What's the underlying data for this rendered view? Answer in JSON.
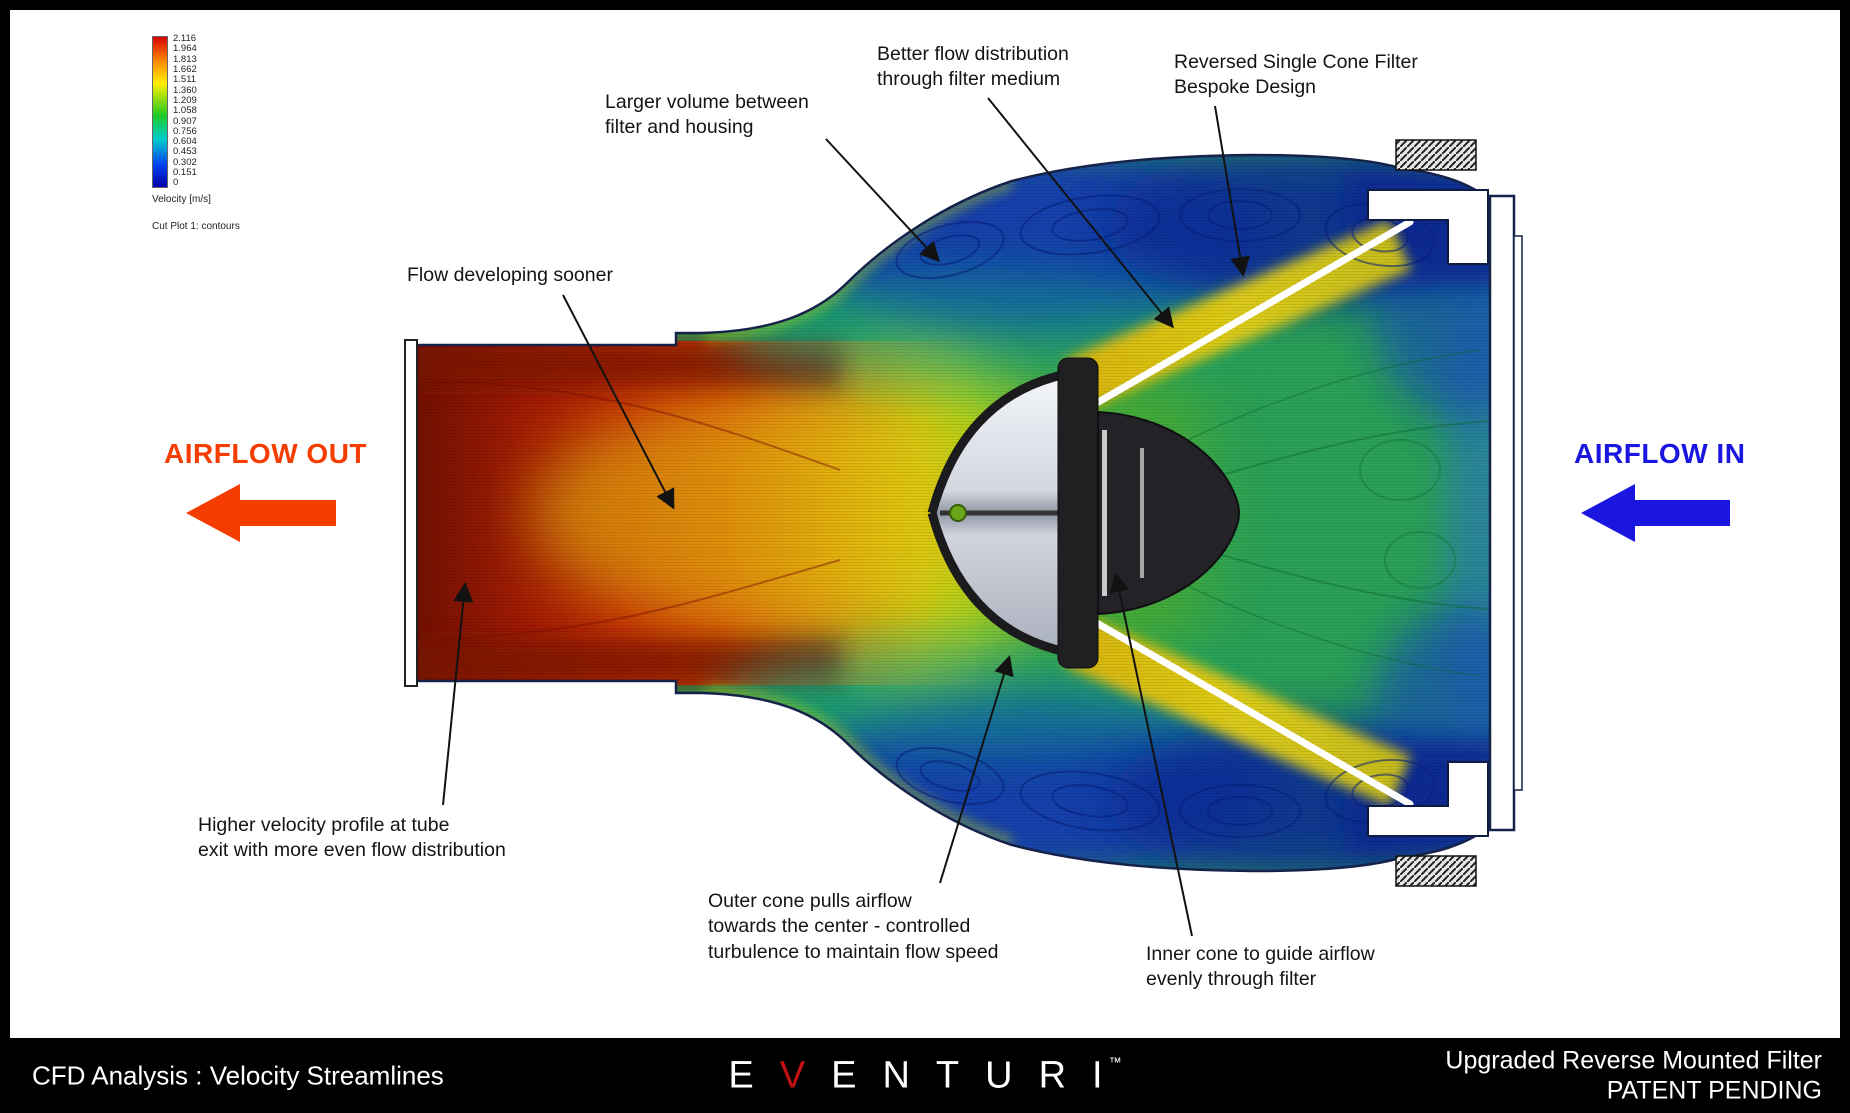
{
  "page": {
    "background": "#000000",
    "canvas_background": "#ffffff"
  },
  "legend": {
    "tick_values": [
      "2.116",
      "1.964",
      "1.813",
      "1.662",
      "1.511",
      "1.360",
      "1.209",
      "1.058",
      "0.907",
      "0.756",
      "0.604",
      "0.453",
      "0.302",
      "0.151",
      "0"
    ],
    "unit_label": "Velocity [m/s]",
    "plot_label": "Cut Plot 1: contours"
  },
  "airflow": {
    "out_label": "AIRFLOW OUT",
    "in_label": "AIRFLOW IN",
    "out_color": "#f53d00",
    "in_color": "#1a16e0"
  },
  "annotations": [
    {
      "id": "better-flow-distribution",
      "lines": [
        "Better flow distribution",
        "through filter medium"
      ]
    },
    {
      "id": "reversed-single-cone",
      "lines": [
        "Reversed Single Cone Filter",
        "Bespoke Design"
      ]
    },
    {
      "id": "larger-volume",
      "lines": [
        "Larger volume between",
        "filter and housing"
      ]
    },
    {
      "id": "flow-developing",
      "lines": [
        "Flow developing sooner"
      ]
    },
    {
      "id": "higher-velocity",
      "lines": [
        "Higher velocity profile at tube",
        "exit with more even flow distribution"
      ]
    },
    {
      "id": "outer-cone",
      "lines": [
        "Outer cone pulls airflow",
        "towards the center - controlled",
        "turbulence to maintain flow speed"
      ]
    },
    {
      "id": "inner-cone",
      "lines": [
        "Inner cone to guide airflow",
        "evenly through filter"
      ]
    }
  ],
  "footer": {
    "left_text": "CFD Analysis : Velocity Streamlines",
    "logo": {
      "pre": "E",
      "v": "V",
      "post": "ENTURI",
      "tm": "™"
    },
    "right_line1": "Upgraded Reverse Mounted Filter",
    "right_line2": "PATENT PENDING"
  }
}
